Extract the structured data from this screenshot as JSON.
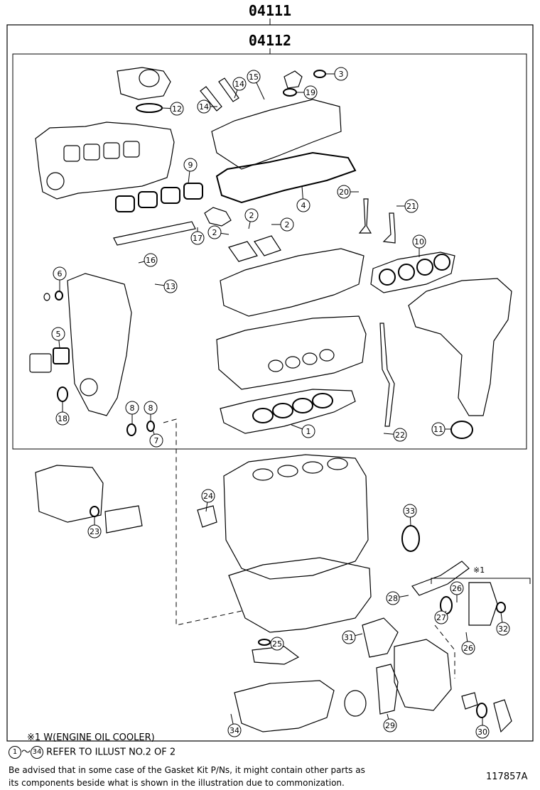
{
  "header": {
    "outer_code": "04111",
    "inner_code": "04112"
  },
  "callouts": [
    "1",
    "2",
    "2",
    "2",
    "3",
    "4",
    "5",
    "6",
    "7",
    "8",
    "8",
    "9",
    "10",
    "11",
    "12",
    "13",
    "14",
    "14",
    "15",
    "16",
    "17",
    "18",
    "19",
    "20",
    "21",
    "22",
    "23",
    "24",
    "25",
    "26",
    "26",
    "27",
    "28",
    "29",
    "30",
    "31",
    "32",
    "33",
    "34"
  ],
  "notes": {
    "oil_cooler": "※1 W(ENGINE OIL COOLER)",
    "cooler_marker": "※1",
    "range_from": "1",
    "range_to": "34",
    "range_sep": "～",
    "refer": "REFER TO ILLUST NO.2 OF 2",
    "advice_line1": "Be advised that in some case of the Gasket Kit P/Ns,  it might contain other parts as",
    "advice_line2": "its components beside what is shown in the illustration due to commonization."
  },
  "figure_id": "117857A"
}
